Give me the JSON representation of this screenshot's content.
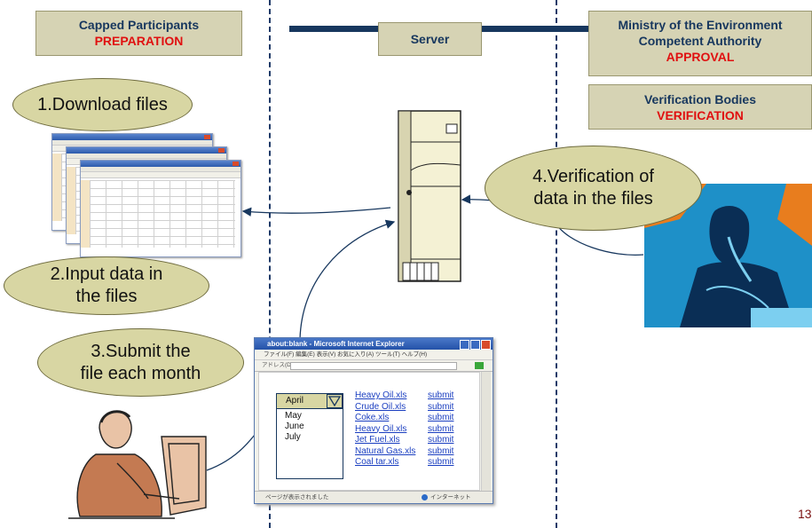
{
  "headers": {
    "capped": {
      "title": "Capped Participants",
      "subtitle": "PREPARATION"
    },
    "server": {
      "title": "Server"
    },
    "ministry": {
      "line1": "Ministry of the Environment",
      "line2": "Competent Authority",
      "subtitle": "APPROVAL"
    },
    "verification": {
      "title": "Verification Bodies",
      "subtitle": "VERIFICATION"
    }
  },
  "steps": [
    {
      "label": "1.Download files"
    },
    {
      "label": "2.Input data in the files"
    },
    {
      "label": "3.Submit the file each month"
    },
    {
      "label": "4.Verification of data in the files"
    }
  ],
  "browser": {
    "title": "about:blank - Microsoft Internet Explorer",
    "menu": "ファイル(F)   編集(E)   表示(V)   お気に入り(A)   ツール(T)   ヘルプ(H)",
    "address_label": "アドレス(D)",
    "status_left": "ページが表示されました",
    "status_right": "インターネット",
    "month_selected": "April",
    "month_options": [
      "May",
      "June",
      "July"
    ],
    "files": [
      "Heavy Oil.xls",
      "Crude Oil.xls",
      "Coke.xls",
      "Heavy Oil.xls",
      "Jet Fuel.xls",
      "Natural Gas.xls",
      "Coal tar.xls"
    ],
    "submit_label": "submit"
  },
  "page_number": "13",
  "colors": {
    "header_bg": "#d6d3b4",
    "bubble_bg": "#d8d6a3",
    "navy": "#17375e",
    "red": "#e01010",
    "orange": "#e87d1e",
    "blue": "#1f8fc8"
  }
}
